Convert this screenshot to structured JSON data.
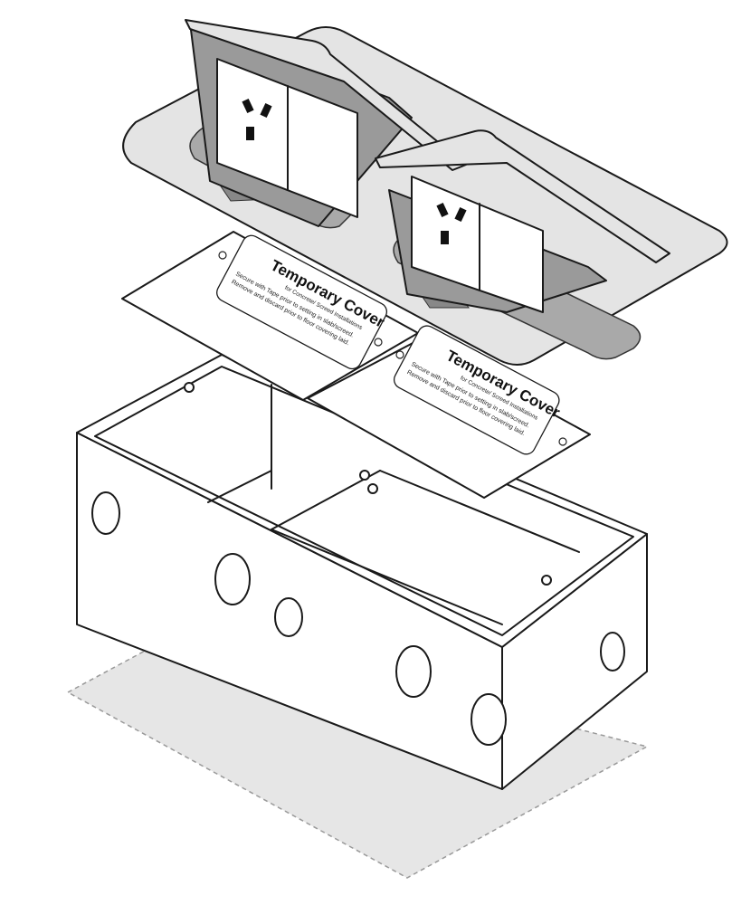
{
  "cover_label": {
    "title": "Temporary Cover",
    "subtitle": "for Concrete/ Screed Installations",
    "line1": "Secure with Tape prior to setting in slab/screed.",
    "line2": "Remove and discard prior to floor covering laid."
  },
  "colors": {
    "faceplate": "#e4e4e4",
    "cavity": "#a9a9a9",
    "floor": "#e6e6e6",
    "outline": "#1a1a1a"
  }
}
